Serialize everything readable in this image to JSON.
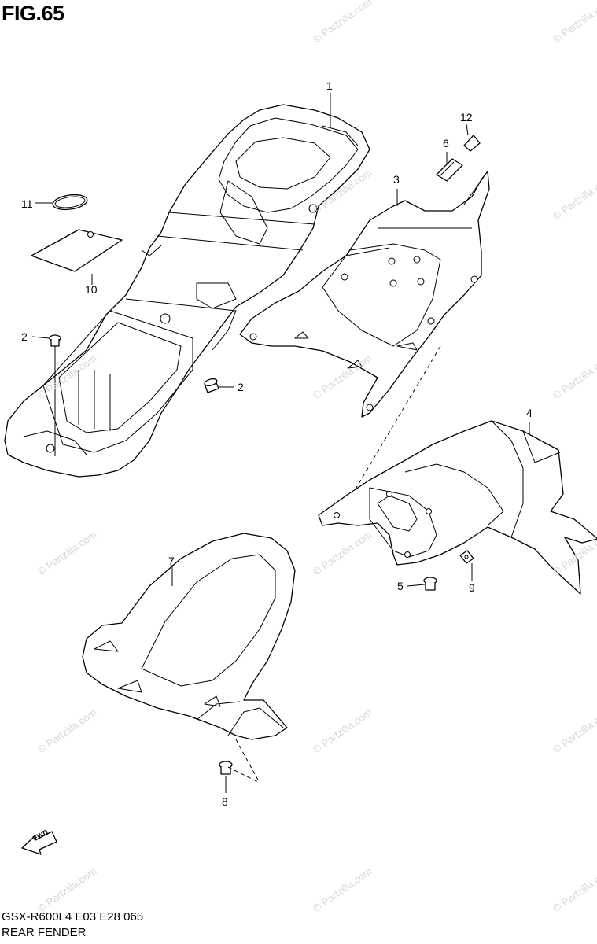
{
  "figure": {
    "title": "FIG.65"
  },
  "callouts": [
    {
      "id": "1",
      "label": "1"
    },
    {
      "id": "2a",
      "label": "2"
    },
    {
      "id": "2b",
      "label": "2"
    },
    {
      "id": "3",
      "label": "3"
    },
    {
      "id": "4",
      "label": "4"
    },
    {
      "id": "5",
      "label": "5"
    },
    {
      "id": "6",
      "label": "6"
    },
    {
      "id": "7",
      "label": "7"
    },
    {
      "id": "8",
      "label": "8"
    },
    {
      "id": "9",
      "label": "9"
    },
    {
      "id": "10",
      "label": "10"
    },
    {
      "id": "11",
      "label": "11"
    },
    {
      "id": "12",
      "label": "12"
    }
  ],
  "fwd_arrow": {
    "label": "FWD",
    "icon": "forward-arrow-icon"
  },
  "footer": {
    "model_code": "GSX-R600L4  E03  E28  065",
    "section_name": "REAR FENDER"
  },
  "watermark": {
    "text": "© Partzilla.com"
  }
}
